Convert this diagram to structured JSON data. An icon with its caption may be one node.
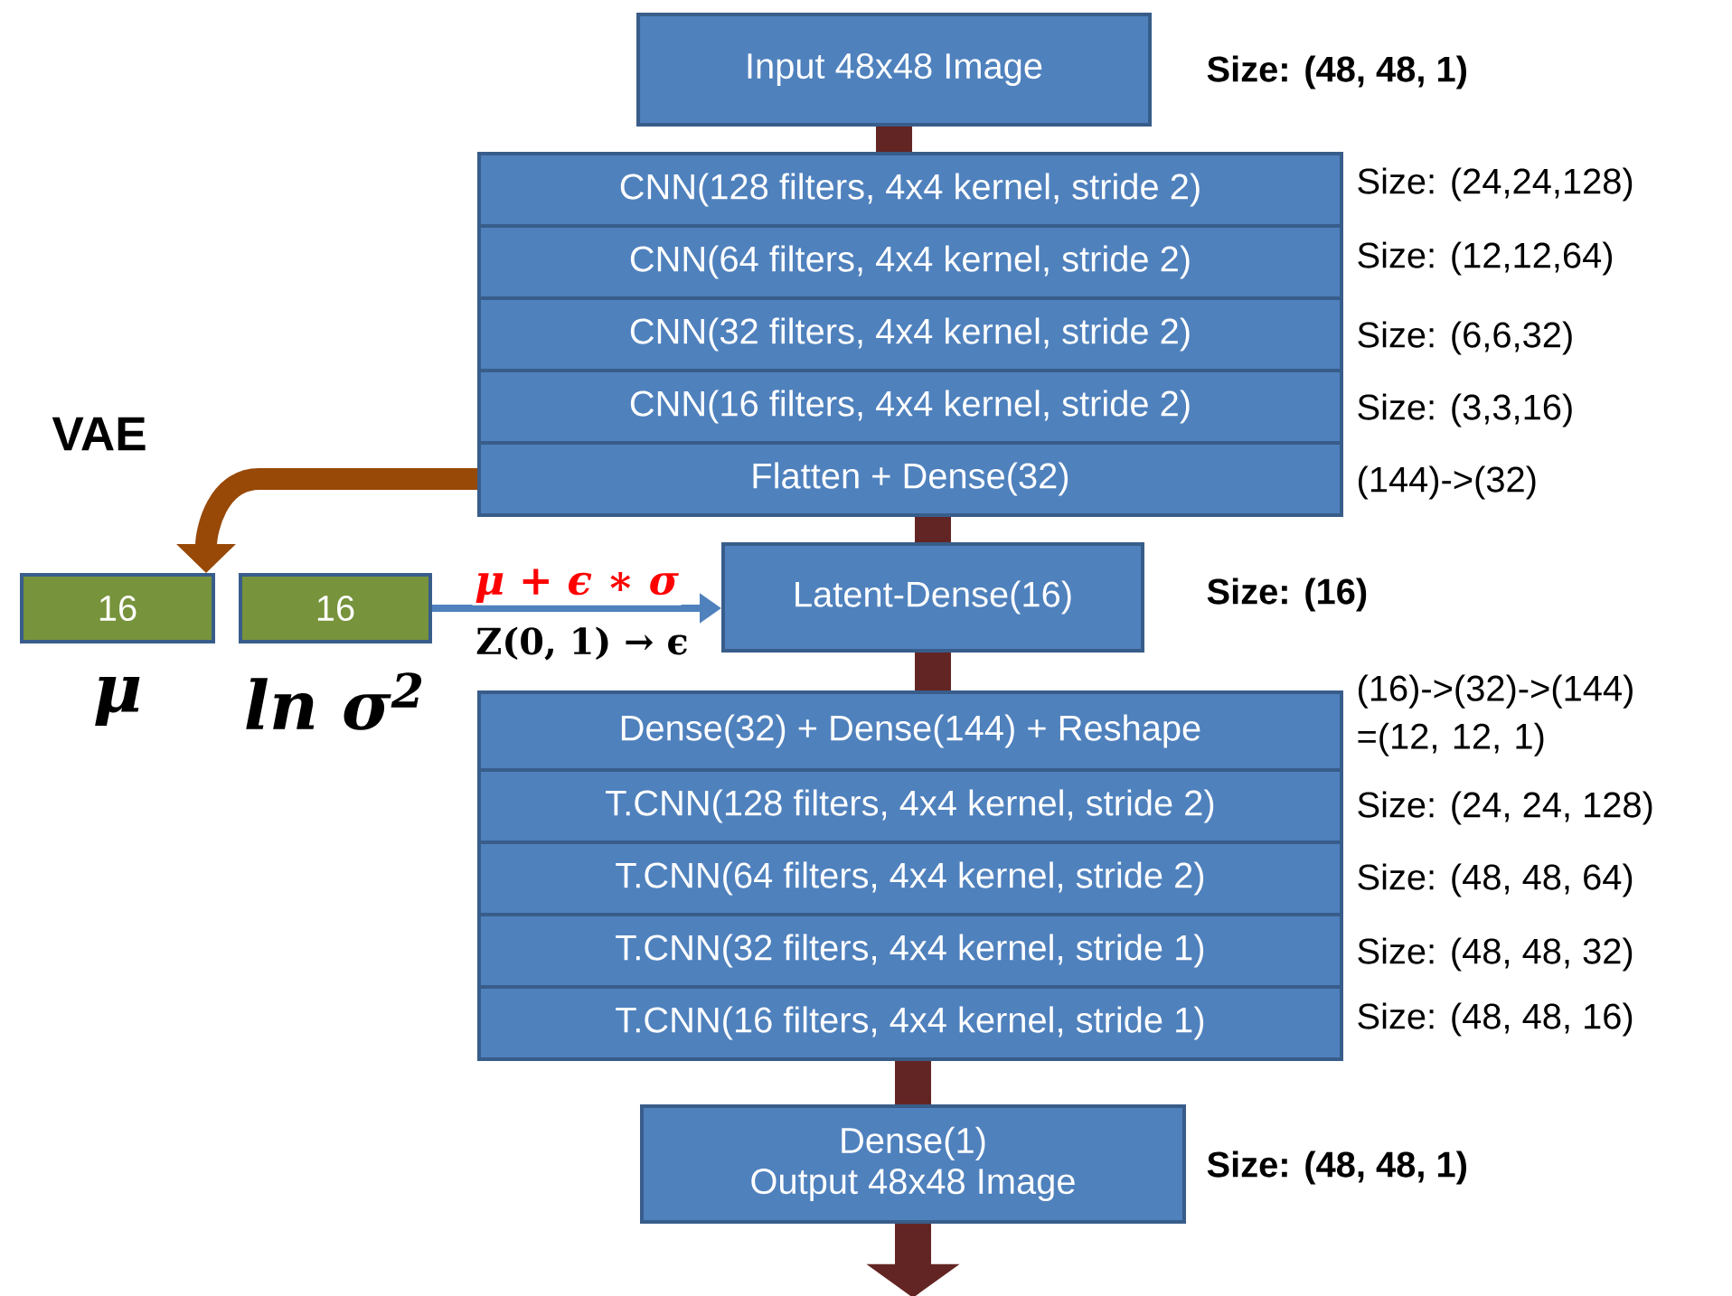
{
  "diagram": {
    "nodes": [
      {
        "text": [
          "Input 48x48 Image"
        ],
        "beside": [
          "Size: (48, 48, 1)"
        ]
      },
      {
        "text": [
          "CNN(128 filters, 4x4 kernel, stride 2)"
        ],
        "beside": [
          "Size: (24,24,128)"
        ]
      },
      {
        "text": [
          "CNN(64 filters, 4x4 kernel, stride 2)"
        ],
        "beside": [
          "Size: (12,12,64)"
        ]
      },
      {
        "text": [
          "CNN(32 filters, 4x4 kernel, stride 2)"
        ],
        "beside": [
          "Size: (6,6,32)"
        ]
      },
      {
        "text": [
          "CNN(16 filters, 4x4 kernel, stride 2)"
        ],
        "beside": [
          "Size: (3,3,16)"
        ]
      },
      {
        "text": [
          "Flatten + Dense(32)"
        ],
        "beside": [
          "(144)->(32)"
        ]
      },
      {
        "text": [
          "16"
        ],
        "beside": [
          "μ"
        ]
      },
      {
        "text": [
          "16"
        ],
        "beside": [
          "ln σ$^{2}$"
        ]
      },
      {
        "text": [
          "Latent-Dense(16)"
        ],
        "beside": [
          "Size: (16)"
        ]
      },
      {
        "text": [
          "Dense(32) + Dense(144) + Reshape"
        ],
        "beside": [
          "(16)->(32)->(144) =(12, 12, 1)"
        ]
      },
      {
        "text": [
          "T.CNN(128 filters, 4x4 kernel, stride 2)"
        ],
        "beside": [
          "Size: (24, 24, 128)"
        ]
      },
      {
        "text": [
          "T.CNN(64 filters, 4x4 kernel, stride 2)"
        ],
        "beside": [
          "Size: (48, 48, 64)"
        ]
      },
      {
        "text": [
          "T.CNN(32 filters, 4x4 kernel, stride 1)"
        ],
        "beside": [
          "Size: (48, 48, 32)"
        ]
      },
      {
        "text": [
          "T.CNN(16 filters, 4x4 kernel, stride 1)"
        ],
        "beside": [
          "Size: (48, 48, 16)"
        ]
      },
      {
        "text": [
          "Dense(1)",
          "Output 48x48 Image"
        ],
        "beside": [
          "Size: (48, 48, 1)"
        ]
      }
    ],
    "edges": [
      {
        "from": 0,
        "to": 1,
        "arrow": "none"
      },
      {
        "from": 5,
        "to": 6,
        "arrow": "to",
        "color": "#984807"
      },
      {
        "from": 7,
        "to": 8,
        "arrow": "to",
        "label": "μ + ϵ ∗ σ",
        "color": "#4f81bd"
      },
      {
        "from": 5,
        "to": 8,
        "arrow": "none"
      },
      {
        "from": 8,
        "to": 9,
        "arrow": "none"
      },
      {
        "from": 13,
        "to": 14,
        "arrow": "none"
      },
      {
        "from": 14,
        "to": null,
        "arrow": "to"
      }
    ],
    "labels": [
      "VAE",
      "Z(0, 1) → ϵ"
    ]
  }
}
